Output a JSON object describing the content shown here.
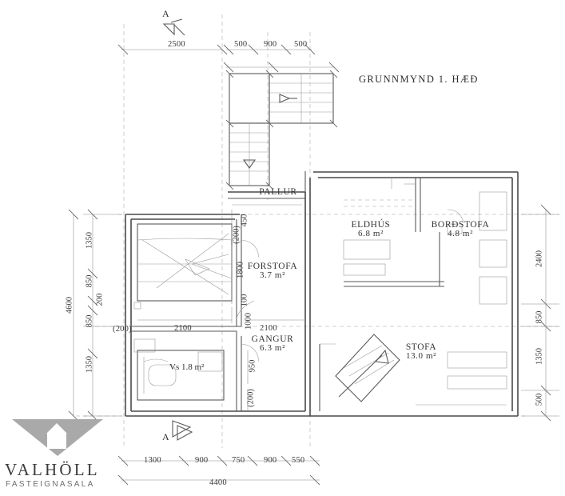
{
  "document": {
    "title": "GRUNNMYND 1. HÆÐ",
    "kind": "architectural-floor-plan",
    "section_marker_top": "A",
    "section_marker_bottom": "A"
  },
  "rooms": [
    {
      "id": "pallur",
      "name": "PALLUR",
      "area": ""
    },
    {
      "id": "forstofa",
      "name": "FORSTOFA",
      "area": "3.7 m²"
    },
    {
      "id": "gangur",
      "name": "GANGUR",
      "area": "6.3 m²"
    },
    {
      "id": "eldhus",
      "name": "ELDHÚS",
      "area": "6.8 m²"
    },
    {
      "id": "bordstofa",
      "name": "BORÐSTOFA",
      "area": "4.8 m²"
    },
    {
      "id": "stofa",
      "name": "STOFA",
      "area": "13.0 m²"
    }
  ],
  "annotations": {
    "wc": "Vs 1.8 m²"
  },
  "dimensions": {
    "top_outer": [
      "2500"
    ],
    "top_inner": [
      "500",
      "900",
      "500"
    ],
    "bottom_inner": [
      "1300",
      "900",
      "750",
      "900",
      "550"
    ],
    "bottom_total": "4400",
    "left_inner": [
      "1350",
      "850",
      "200",
      "850",
      "1350"
    ],
    "left_total": "4600",
    "right_stack": [
      "2400",
      "850",
      "1350",
      "500"
    ],
    "interior": [
      "450",
      "(200)",
      "1800",
      "100",
      "(200)",
      "2100",
      "2100",
      "1000",
      "950",
      "(200)"
    ]
  },
  "logo": {
    "brand": "VALHÖLL",
    "tagline": "FASTEIGNASALA"
  },
  "colors": {
    "ink": "#2b2b2b",
    "line": "#6b6b6b",
    "faint": "#b9b9b9",
    "logo_gray": "#a9a9a9"
  }
}
